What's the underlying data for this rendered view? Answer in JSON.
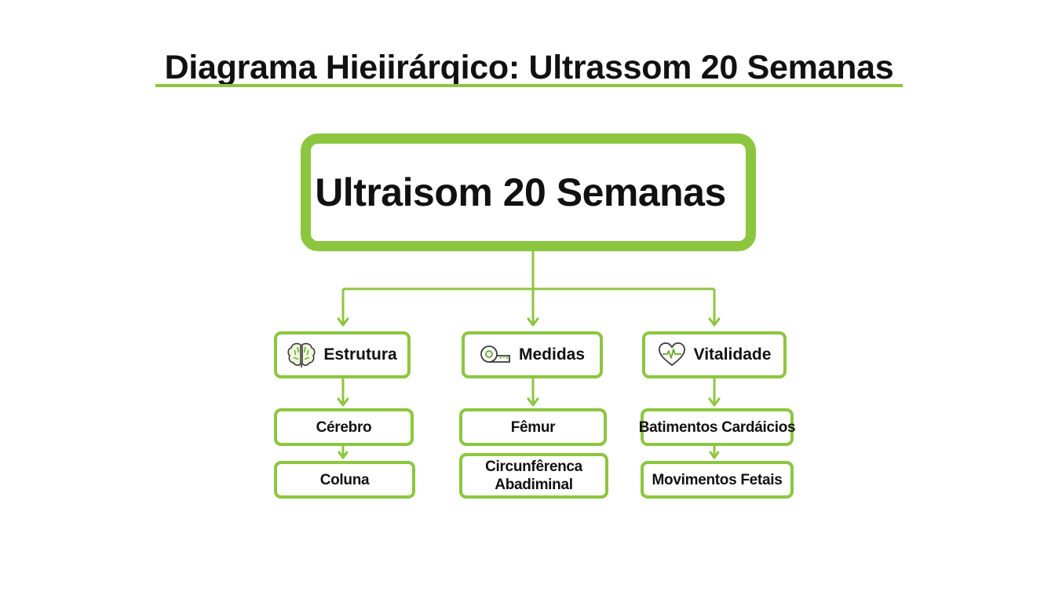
{
  "title": "Diagrama Hieiirárqico: Ultrassom 20 Semanas",
  "root": {
    "label": "Ultraisom 20 Semanas"
  },
  "categories": [
    {
      "label": "Estrutura",
      "icon": "brain-icon",
      "children": [
        "Cérebro",
        "Coluna"
      ]
    },
    {
      "label": "Medidas",
      "icon": "measuring-tape-icon",
      "children": [
        "Fêmur",
        "Circunfêrenca\nAbadiminal"
      ]
    },
    {
      "label": "Vitalidade",
      "icon": "heartbeat-icon",
      "children": [
        "Batimentos Cardáicios",
        "Movimentos Fetais"
      ]
    }
  ],
  "colors": {
    "accent": "#8cc63f",
    "text": "#111111",
    "background": "#ffffff"
  }
}
